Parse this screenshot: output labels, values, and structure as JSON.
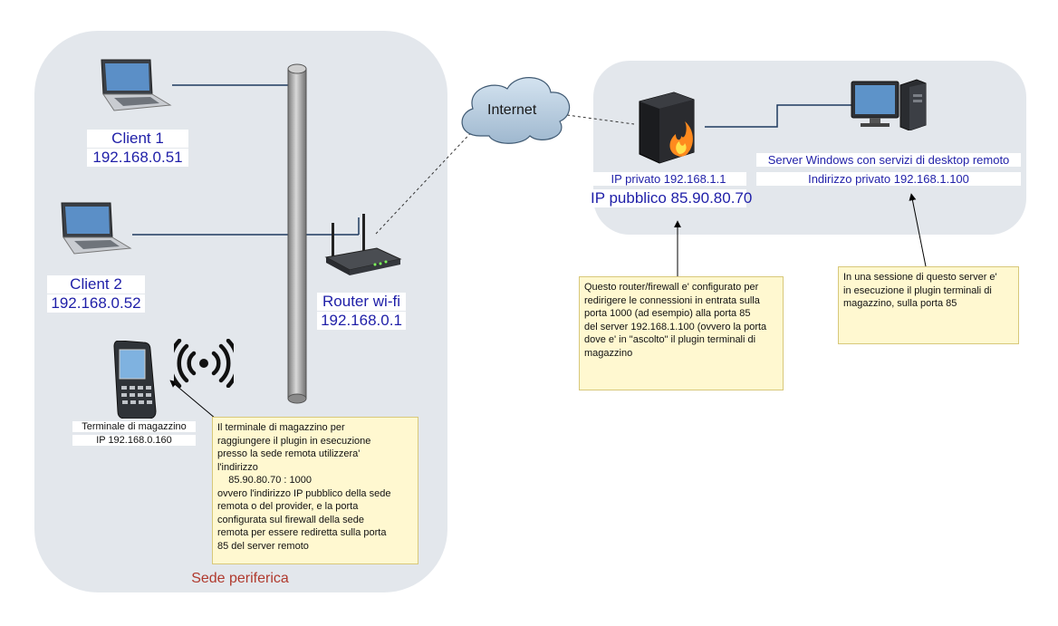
{
  "zones": {
    "left_caption": "Sede periferica"
  },
  "cloud": {
    "label": "Internet"
  },
  "client1": {
    "name": "Client 1",
    "ip": "192.168.0.51"
  },
  "client2": {
    "name": "Client 2",
    "ip": "192.168.0.52"
  },
  "router": {
    "name": "Router wi-fi",
    "ip": "192.168.0.1"
  },
  "terminal": {
    "name": "Terminale di magazzino",
    "ip": "IP 192.168.0.160"
  },
  "firewall": {
    "private_ip": "IP privato 192.168.1.1",
    "public_ip": "IP pubblico 85.90.80.70"
  },
  "server": {
    "line1": "Server Windows con servizi di desktop remoto",
    "line2": "Indirizzo privato 192.168.1.100"
  },
  "notes": {
    "terminal_note": [
      "Il terminale di magazzino per",
      "raggiungere il plugin in esecuzione",
      "presso la sede remota utilizzera'",
      "l'indirizzo",
      "    85.90.80.70 : 1000",
      "ovvero l'indirizzo IP pubblico della sede",
      "remota o del provider, e la porta",
      "configurata sul firewall della sede",
      "remota per essere rediretta sulla porta",
      "85 del server remoto"
    ],
    "firewall_note": [
      "Questo router/firewall e' configurato per",
      "redirigere le connessioni in entrata sulla",
      "porta 1000 (ad esempio) alla porta 85",
      "del server 192.168.1.100 (ovvero la porta",
      "dove e' in \"ascolto\" il plugin terminali di",
      "magazzino"
    ],
    "server_note": [
      "In una sessione di questo server e'",
      "in esecuzione il plugin terminali di",
      "magazzino, sulla porta 85"
    ]
  },
  "colors": {
    "zone": "#e3e7ec",
    "label_blue": "#1f1fa8",
    "note_bg": "#fff8d0",
    "caption": "#b03a2e"
  }
}
